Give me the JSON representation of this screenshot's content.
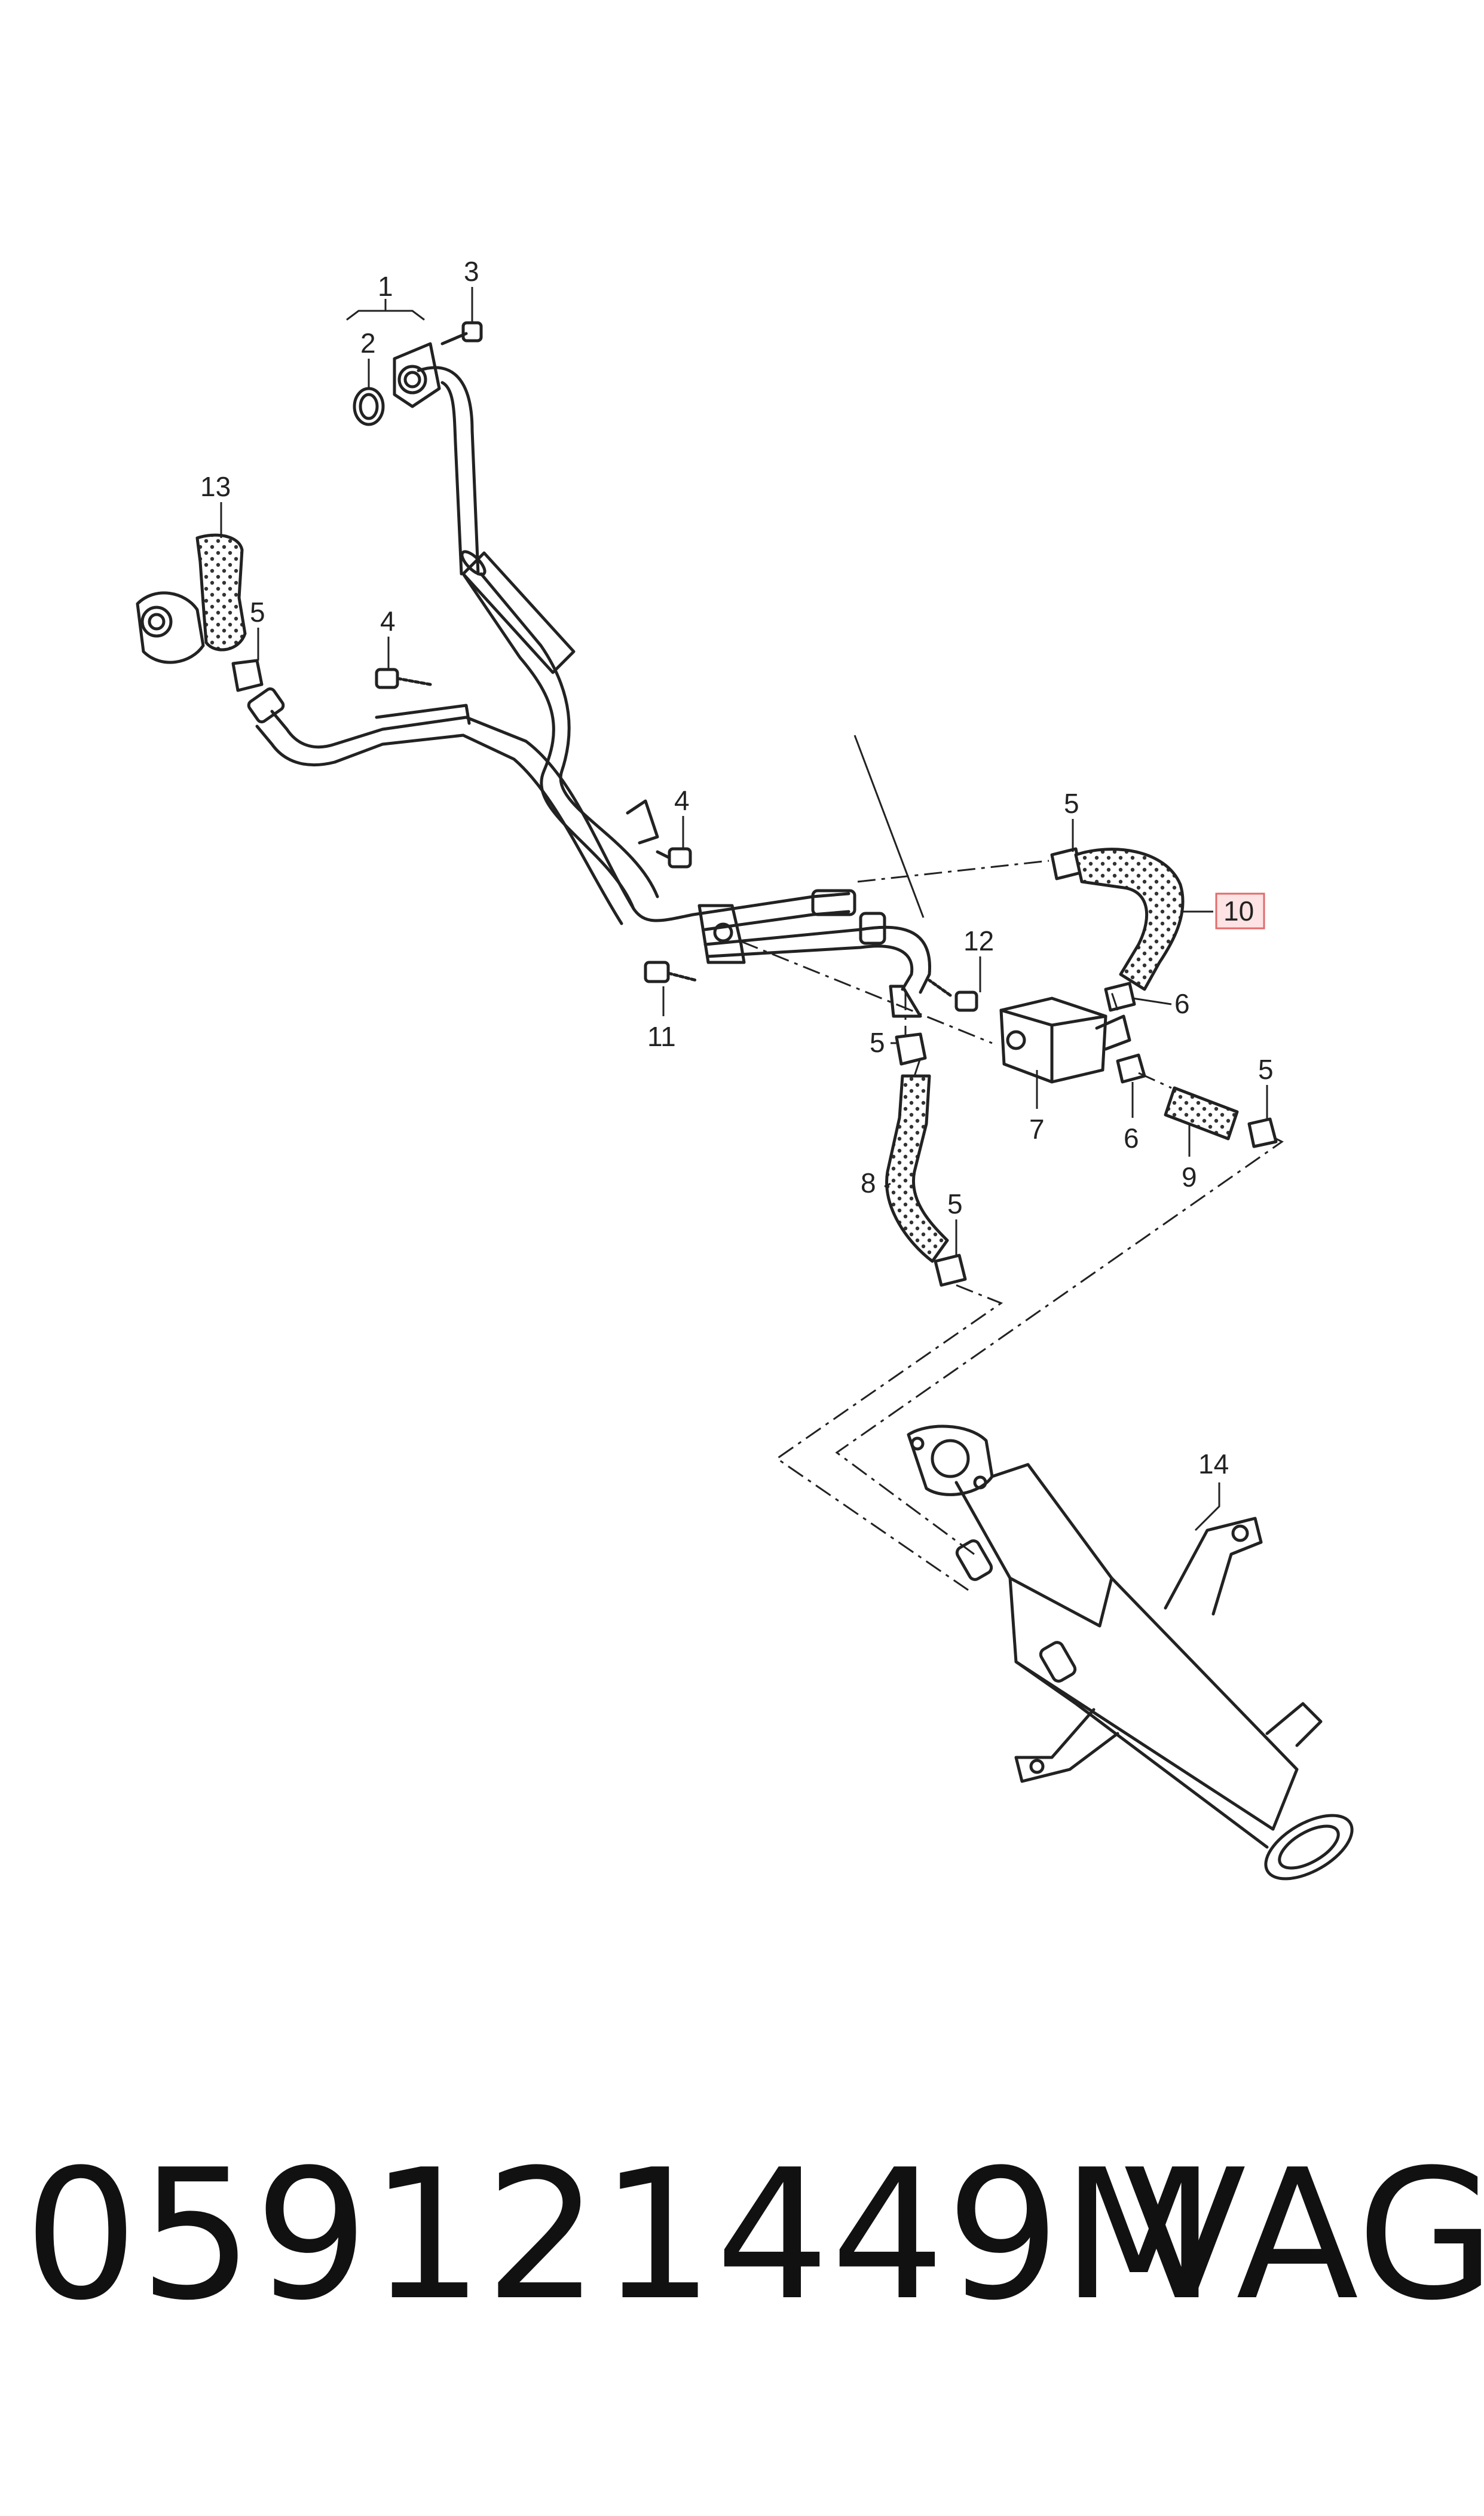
{
  "callouts": {
    "c1": "1",
    "c2": "2",
    "c3": "3",
    "c4a": "4",
    "c4b": "4",
    "c5a": "5",
    "c5b": "5",
    "c5c": "5",
    "c5d": "5",
    "c5e": "5",
    "c6a": "6",
    "c6b": "6",
    "c7": "7",
    "c8": "8",
    "c9": "9",
    "c10": "10",
    "c11": "11",
    "c12": "12",
    "c13": "13",
    "c14": "14"
  },
  "highlighted_callout": "10",
  "colors": {
    "line": "#222222",
    "highlight_fill": "#fde3e3",
    "highlight_stroke": "#e26b6b"
  },
  "caption": {
    "part_number": "059121449M",
    "brand": "VAG"
  }
}
